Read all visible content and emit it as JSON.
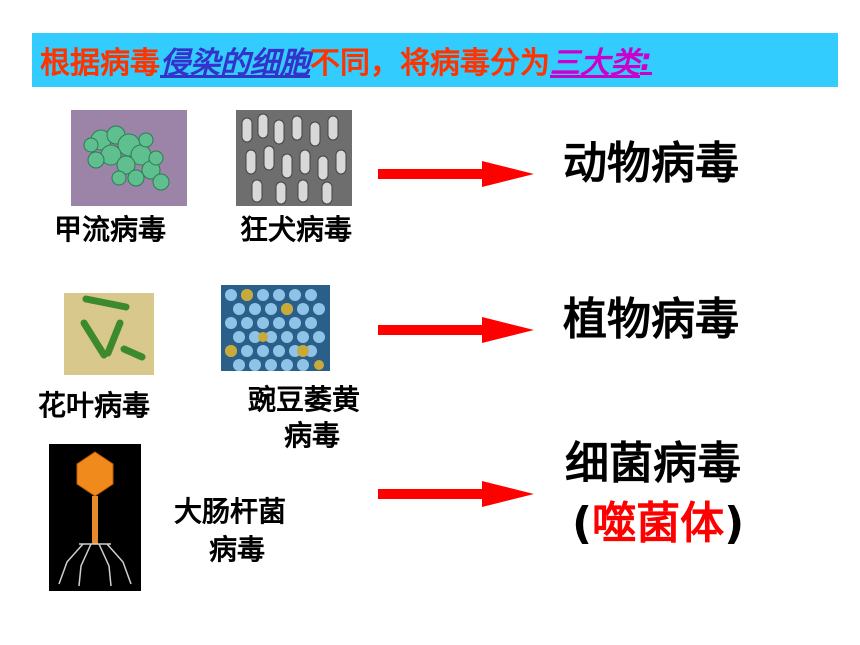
{
  "title": {
    "part1": "根据病毒",
    "part2": "侵染的细胞",
    "part3": "不同，将病毒分为",
    "part4": "三大类",
    "part5": ":"
  },
  "rows": [
    {
      "category": "动物病毒",
      "viruses": [
        "甲流病毒",
        "狂犬病毒"
      ]
    },
    {
      "category": "植物病毒",
      "viruses": [
        "花叶病毒",
        "豌豆萎黄",
        "病毒"
      ]
    },
    {
      "category": "细菌病毒",
      "category_sub_open": "(",
      "category_sub": "噬菌体",
      "category_sub_close": ")",
      "viruses": [
        "大肠杆菌",
        "病毒"
      ]
    }
  ],
  "colors": {
    "title_bg": "#33ccff",
    "title_red": "#ff3300",
    "title_blue": "#3333cc",
    "title_purple": "#cc00cc",
    "arrow": "#ff0000"
  }
}
